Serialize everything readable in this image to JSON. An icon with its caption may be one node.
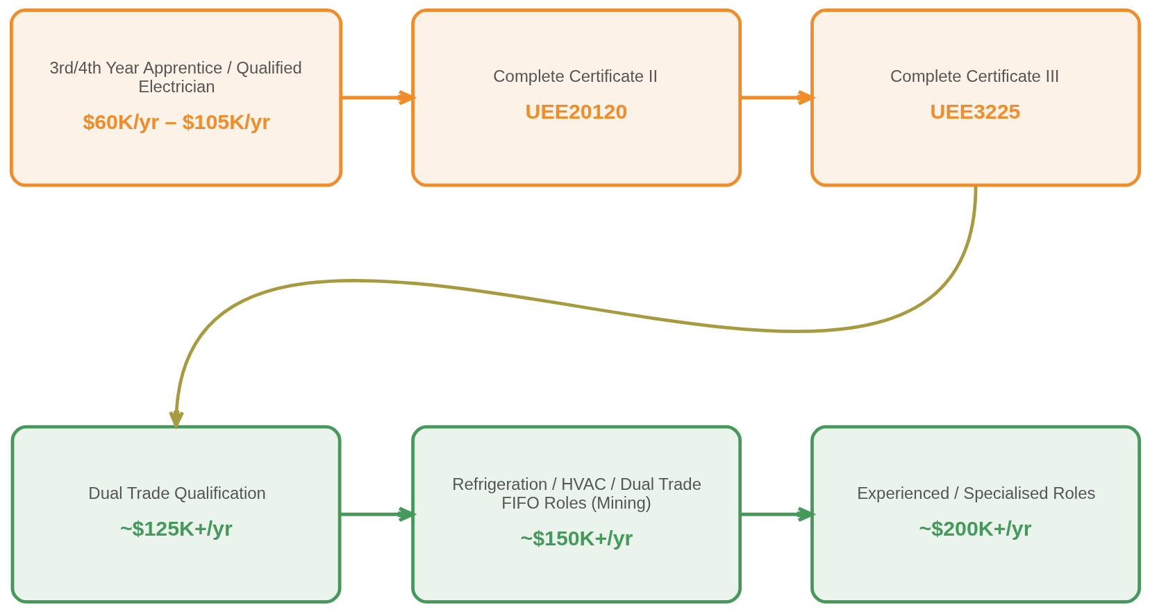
{
  "diagram": {
    "nodes": [
      {
        "text": [
          "3rd/4th Year Apprentice / Qualified Electrician",
          "$60K/yr – $105K/yr"
        ]
      },
      {
        "text": [
          "Complete Certificate II",
          "UEE20120"
        ]
      },
      {
        "text": [
          "Complete Certificate III",
          "UEE3225"
        ]
      },
      {
        "text": [
          "Dual Trade Qualification",
          "~$125K+/yr"
        ]
      },
      {
        "text": [
          "Refrigeration / HVAC / Dual Trade FIFO Roles (Mining)",
          "~$150K+/yr"
        ]
      },
      {
        "text": [
          "Experienced / Specialised Roles",
          "~$200K+/yr"
        ]
      }
    ],
    "edges": [
      {
        "from": 0,
        "to": 1,
        "arrow": "to",
        "color": "#f28c28"
      },
      {
        "from": 1,
        "to": 2,
        "arrow": "to",
        "color": "#f28c28"
      },
      {
        "from": 2,
        "to": 3,
        "arrow": "to",
        "color": "#a89a3e"
      },
      {
        "from": 3,
        "to": 4,
        "arrow": "to",
        "color": "#459a5b"
      },
      {
        "from": 4,
        "to": 5,
        "arrow": "to",
        "color": "#459a5b"
      }
    ]
  }
}
